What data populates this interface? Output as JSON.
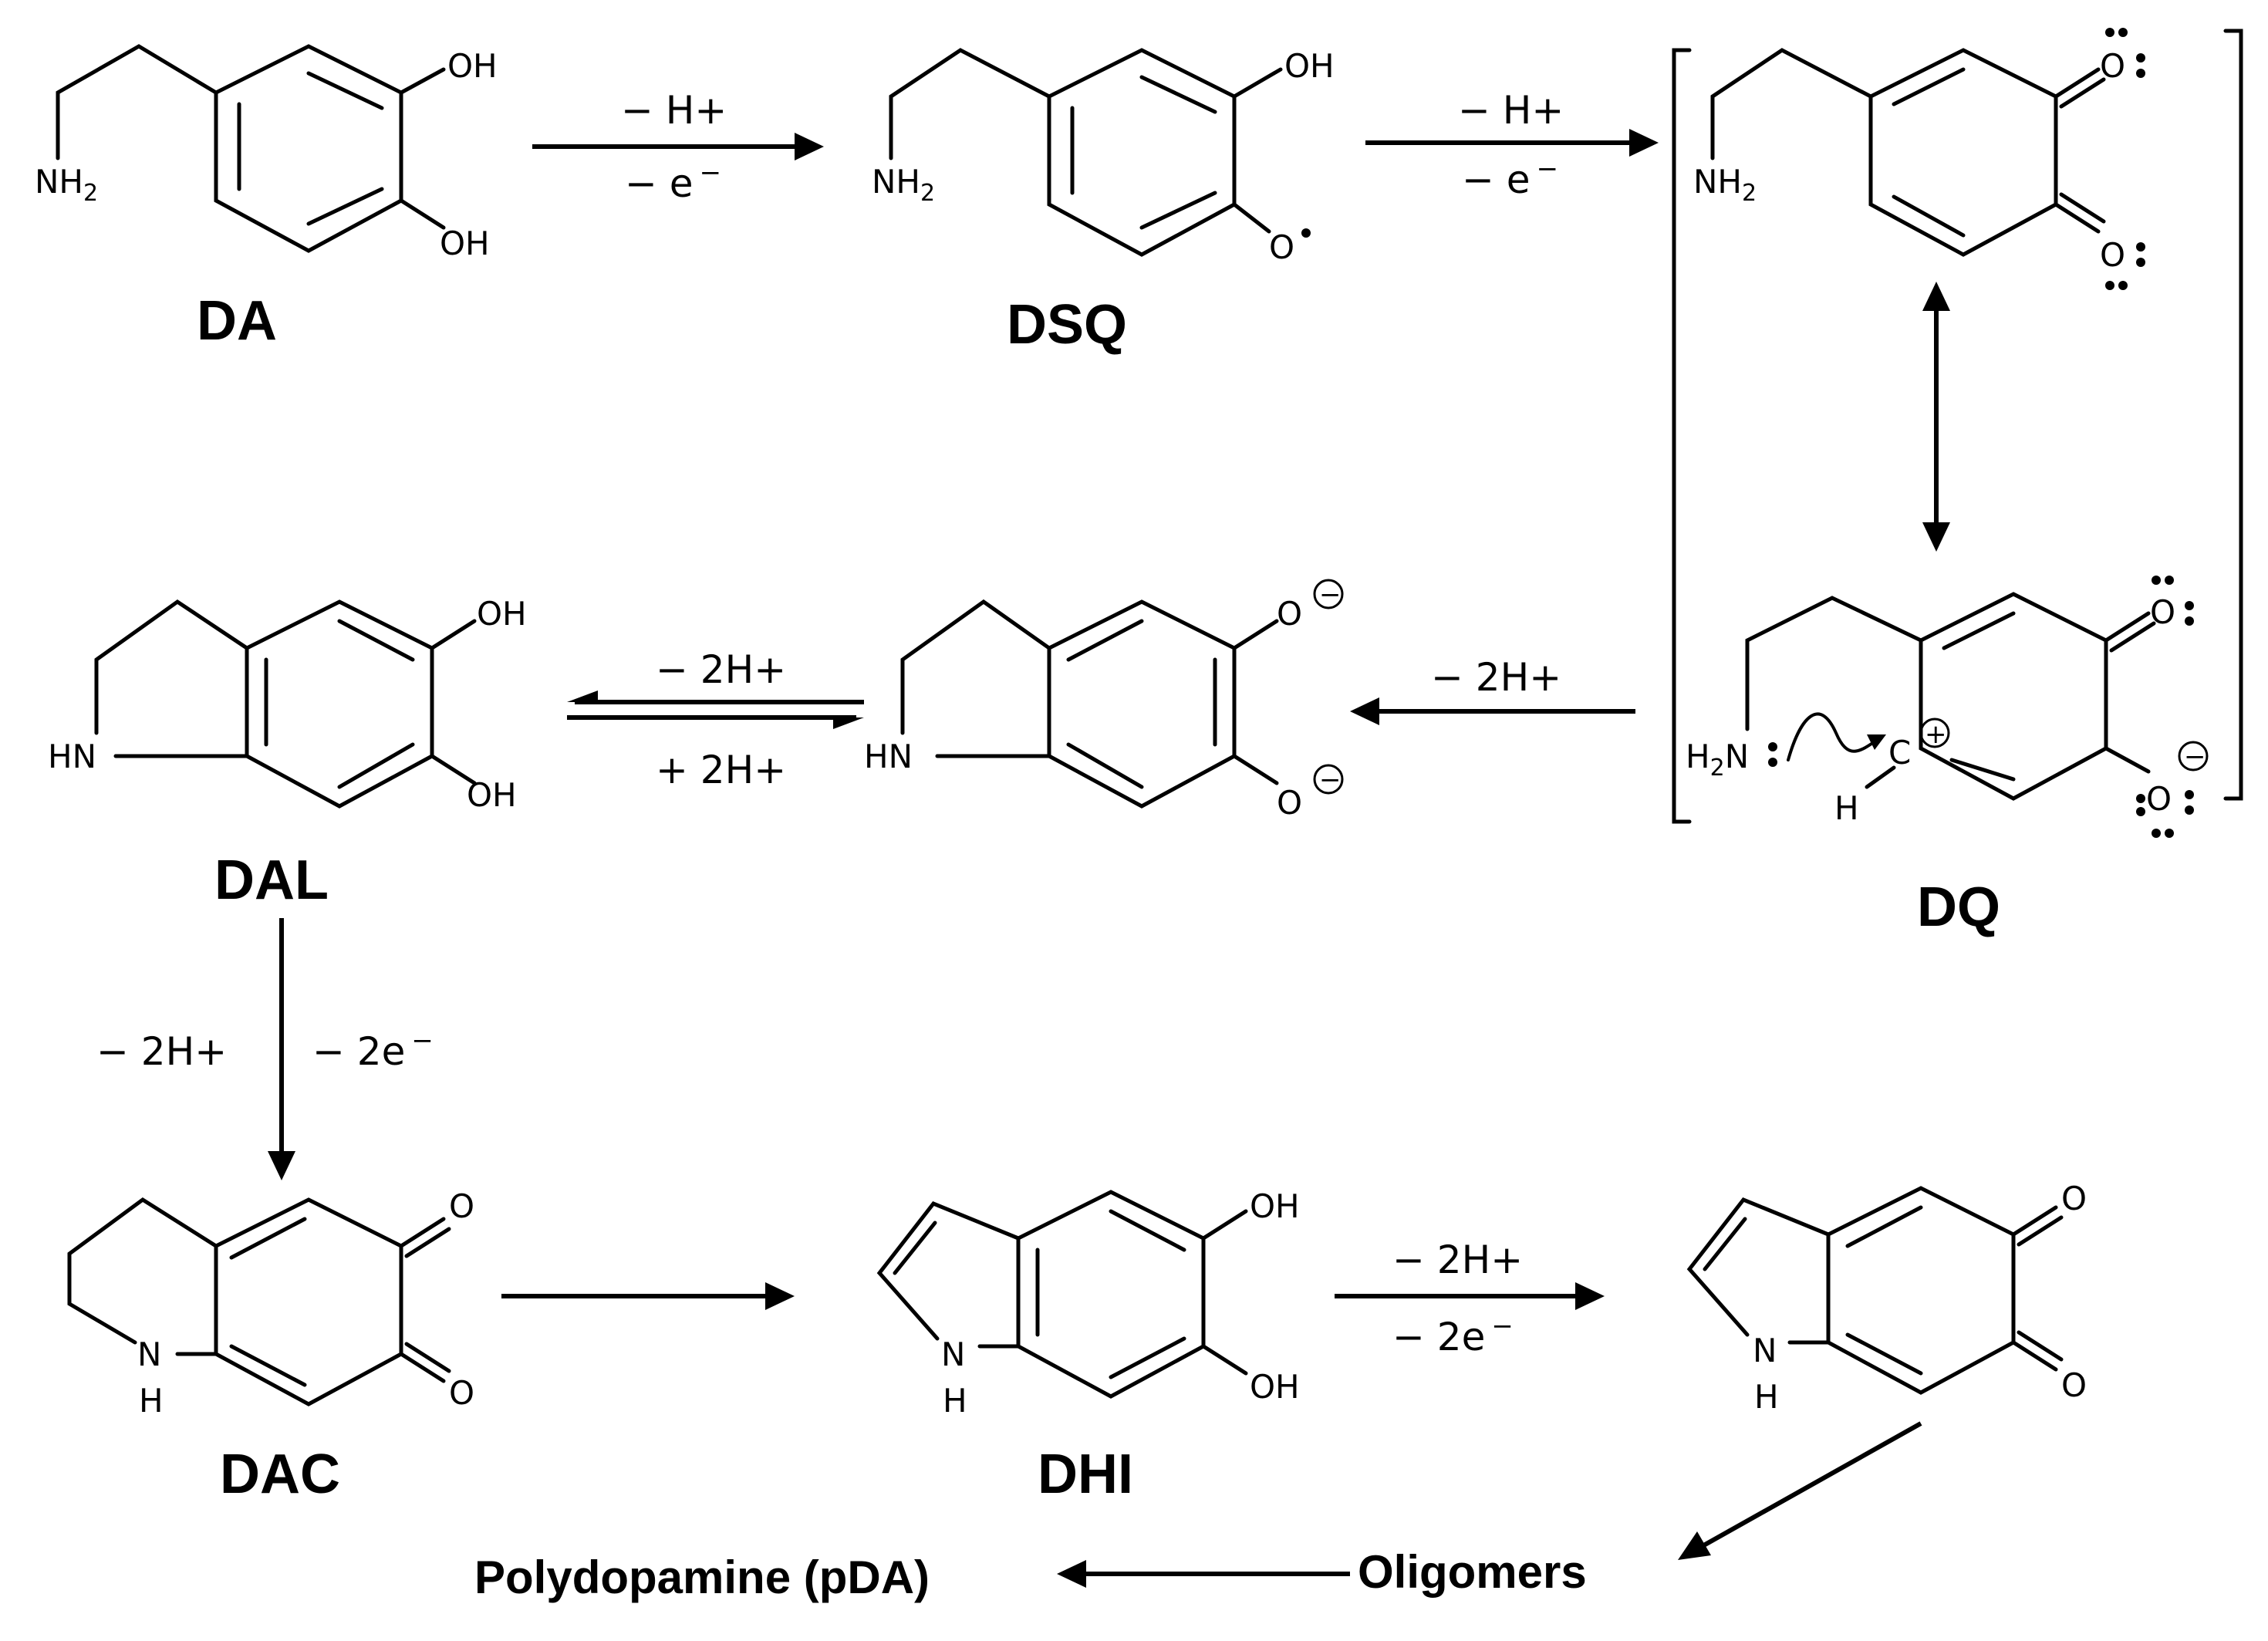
{
  "labels": {
    "da": "DA",
    "dsq": "DSQ",
    "dq": "DQ",
    "dal": "DAL",
    "dac": "DAC",
    "dhi": "DHI",
    "pda": "Polydopamine (pDA)",
    "oligomers": "Oligomers"
  },
  "atoms": {
    "oh": "OH",
    "nh": "NH",
    "sub2": "2",
    "h2n": "H",
    "n": "N",
    "hn": "HN",
    "h": "H",
    "o": "O",
    "c": "C",
    "minus": "−",
    "plus": "+"
  },
  "conditions": {
    "minus_h": "− H+",
    "minus_e": "− e",
    "e_sup": "−",
    "minus_2h": "− 2H+",
    "plus_2h": "+ 2H+",
    "minus_2e": "− 2e"
  }
}
